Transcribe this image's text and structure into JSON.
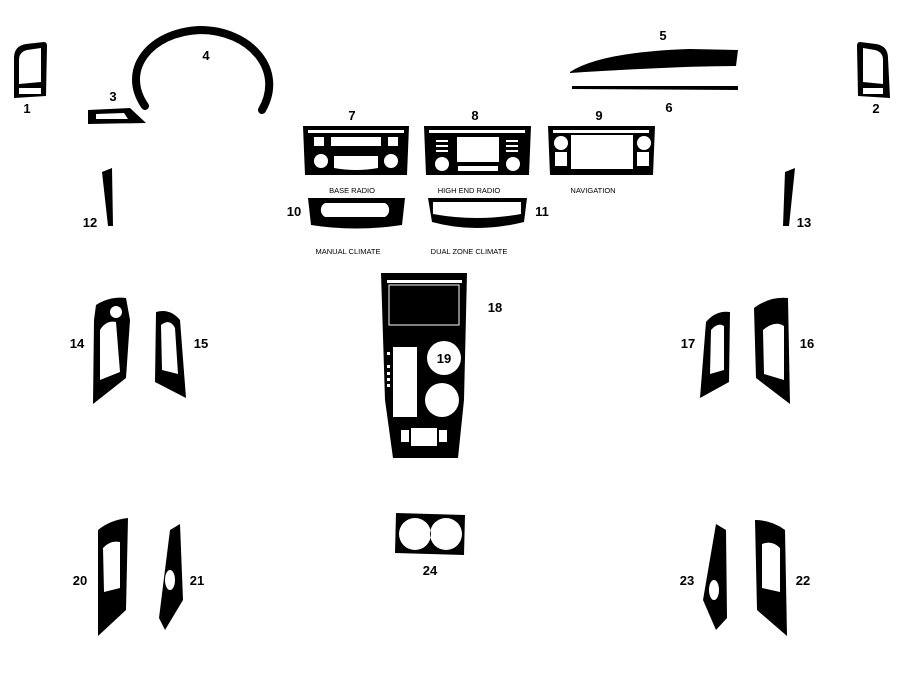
{
  "parts": {
    "p1": {
      "number": "1"
    },
    "p2": {
      "number": "2"
    },
    "p3": {
      "number": "3"
    },
    "p4": {
      "number": "4"
    },
    "p5": {
      "number": "5"
    },
    "p6": {
      "number": "6"
    },
    "p7": {
      "number": "7",
      "caption": "BASE RADIO"
    },
    "p8": {
      "number": "8",
      "caption": "HIGH END RADIO"
    },
    "p9": {
      "number": "9",
      "caption": "NAVIGATION"
    },
    "p10": {
      "number": "10",
      "caption": "MANUAL CLIMATE"
    },
    "p11": {
      "number": "11",
      "caption": "DUAL ZONE CLIMATE"
    },
    "p12": {
      "number": "12"
    },
    "p13": {
      "number": "13"
    },
    "p14": {
      "number": "14"
    },
    "p15": {
      "number": "15"
    },
    "p16": {
      "number": "16"
    },
    "p17": {
      "number": "17"
    },
    "p18": {
      "number": "18"
    },
    "p19": {
      "number": "19"
    },
    "p20": {
      "number": "20"
    },
    "p21": {
      "number": "21"
    },
    "p22": {
      "number": "22"
    },
    "p23": {
      "number": "23"
    },
    "p24": {
      "number": "24"
    }
  },
  "colors": {
    "part_fill": "#000000",
    "background": "#ffffff"
  }
}
